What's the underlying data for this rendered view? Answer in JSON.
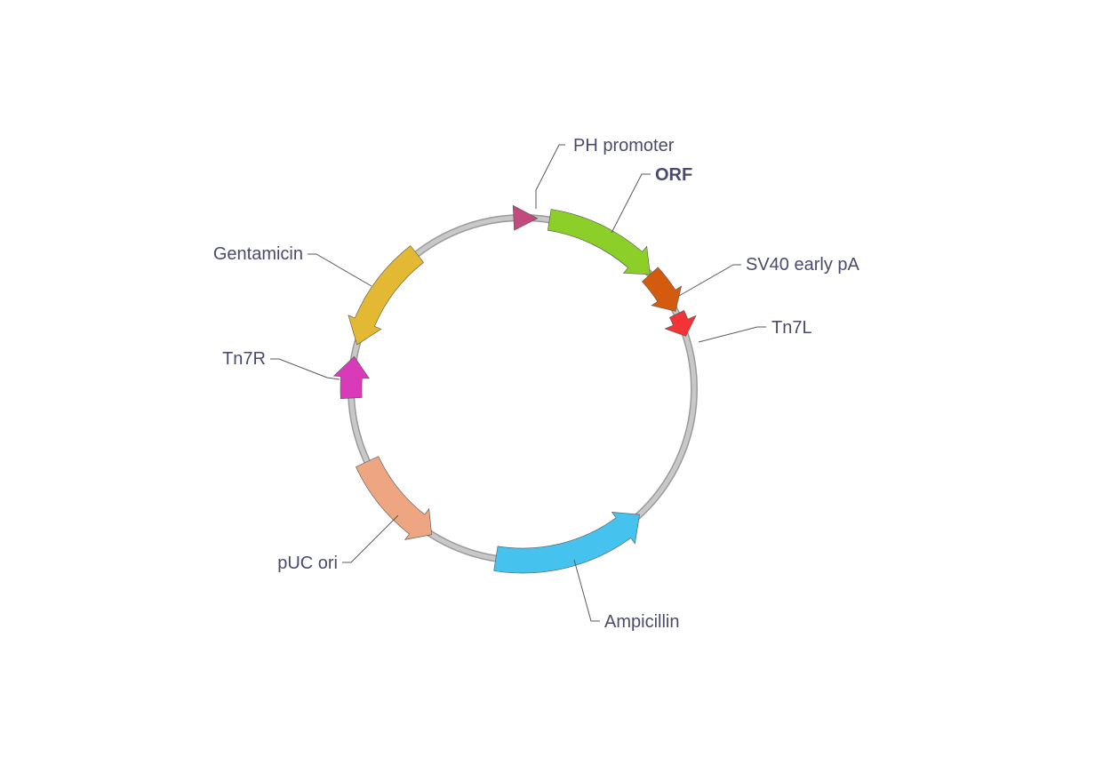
{
  "features": [
    {
      "id": "ph-promoter",
      "label": "PH promoter",
      "color": "#c24a7e",
      "bold": false
    },
    {
      "id": "orf",
      "label": "ORF",
      "color": "#8ccf28",
      "bold": true
    },
    {
      "id": "sv40-early-pa",
      "label": "SV40 early pA",
      "color": "#d45a0e",
      "bold": false
    },
    {
      "id": "tn7l",
      "label": "Tn7L",
      "color": "#f23437",
      "bold": false
    },
    {
      "id": "ampicillin",
      "label": "Ampicillin",
      "color": "#45c3ee",
      "bold": false
    },
    {
      "id": "puc-ori",
      "label": "pUC ori",
      "color": "#eea582",
      "bold": false
    },
    {
      "id": "tn7r",
      "label": "Tn7R",
      "color": "#d93ab9",
      "bold": false
    },
    {
      "id": "gentamicin",
      "label": "Gentamicin",
      "color": "#e3b832",
      "bold": false
    }
  ],
  "backbone_color": "#c8c8c8"
}
